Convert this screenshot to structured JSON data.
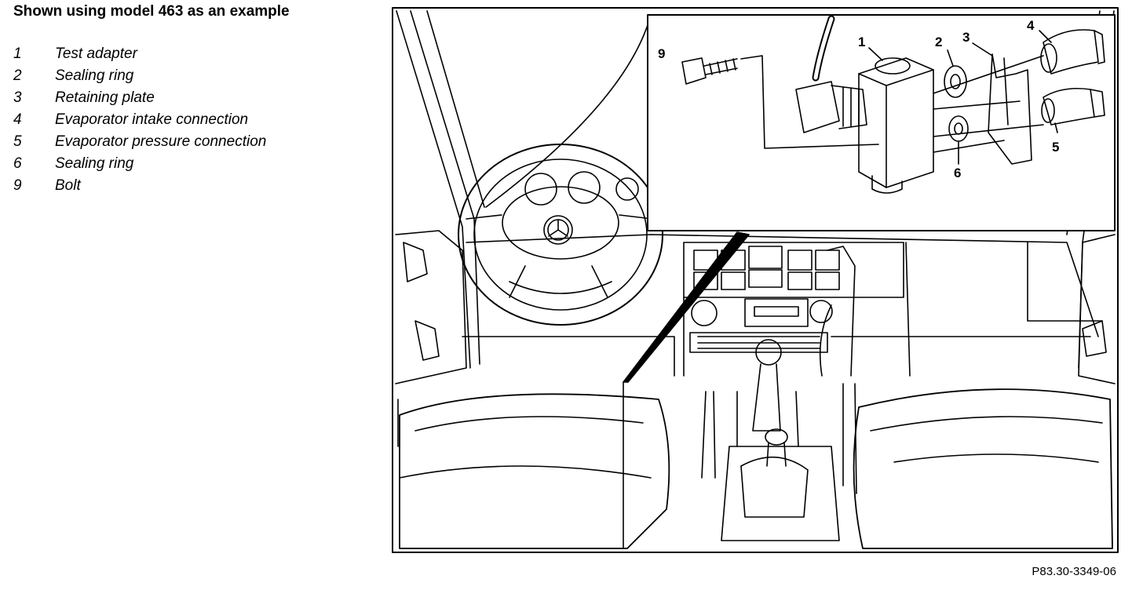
{
  "title": "Shown using model 463 as an example",
  "legend": [
    {
      "num": "1",
      "label": "Test adapter"
    },
    {
      "num": "2",
      "label": "Sealing ring"
    },
    {
      "num": "3",
      "label": "Retaining plate"
    },
    {
      "num": "4",
      "label": "Evaporator intake connection"
    },
    {
      "num": "5",
      "label": "Evaporator pressure connection"
    },
    {
      "num": "6",
      "label": "Sealing ring"
    },
    {
      "num": "9",
      "label": "Bolt"
    }
  ],
  "callouts": {
    "c1": "1",
    "c2": "2",
    "c3": "3",
    "c4": "4",
    "c5": "5",
    "c6": "6",
    "c9": "9"
  },
  "reference": "P83.30-3349-06"
}
